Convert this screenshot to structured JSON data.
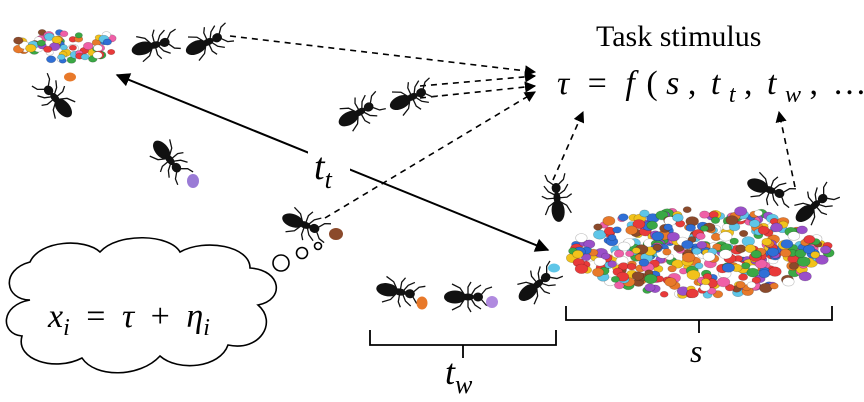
{
  "title": "Task stimulus",
  "formula": {
    "tau": "τ",
    "eq": "=",
    "f": "f",
    "open": "(",
    "s": "s",
    "comma1": ",",
    "t": "t",
    "t_sub": "t",
    "comma2": ",",
    "w": "t",
    "w_sub": "w",
    "comma3": ",",
    "dots": "…",
    "close": ")"
  },
  "labels": {
    "tt_main": "t",
    "tt_sub": "t",
    "tw_main": "t",
    "tw_sub": "w",
    "s": "s"
  },
  "thought": {
    "x": "x",
    "x_sub": "i",
    "eq": "=",
    "tau": "τ",
    "plus": "+",
    "eta": "η",
    "eta_sub": "i"
  },
  "colors": {
    "ant": "#111111",
    "arrow": "#000000",
    "candy": [
      "#e83a3a",
      "#f2c21b",
      "#3aa845",
      "#2f6fd6",
      "#e8792a",
      "#9a4fc9",
      "#ef5fa7",
      "#5fc6e8",
      "#8b4a2b",
      "#ffffff"
    ]
  }
}
